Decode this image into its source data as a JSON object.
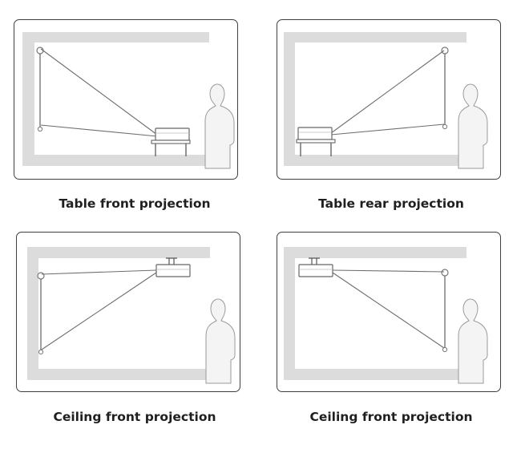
{
  "panels": [
    {
      "id": "table-front",
      "caption": "Table front projection",
      "mount": "table",
      "screen_side": "left"
    },
    {
      "id": "table-rear",
      "caption": "Table rear projection",
      "mount": "table",
      "screen_side": "right"
    },
    {
      "id": "ceiling-front-left",
      "caption": "Ceiling front projection",
      "mount": "ceiling",
      "screen_side": "left"
    },
    {
      "id": "ceiling-front-right",
      "caption": "Ceiling front projection",
      "mount": "ceiling",
      "screen_side": "right"
    }
  ],
  "colors": {
    "room_wall": "#dcdcdc",
    "frame_border": "#3f3f3f",
    "line": "#6e6e6e",
    "person": "#f4f4f4",
    "person_outline": "#9a9a9a",
    "caption_text": "#1f1f1f"
  },
  "icons": [
    "projector-icon",
    "person-icon",
    "table-icon",
    "screen-icon",
    "ceiling-mount-icon"
  ]
}
